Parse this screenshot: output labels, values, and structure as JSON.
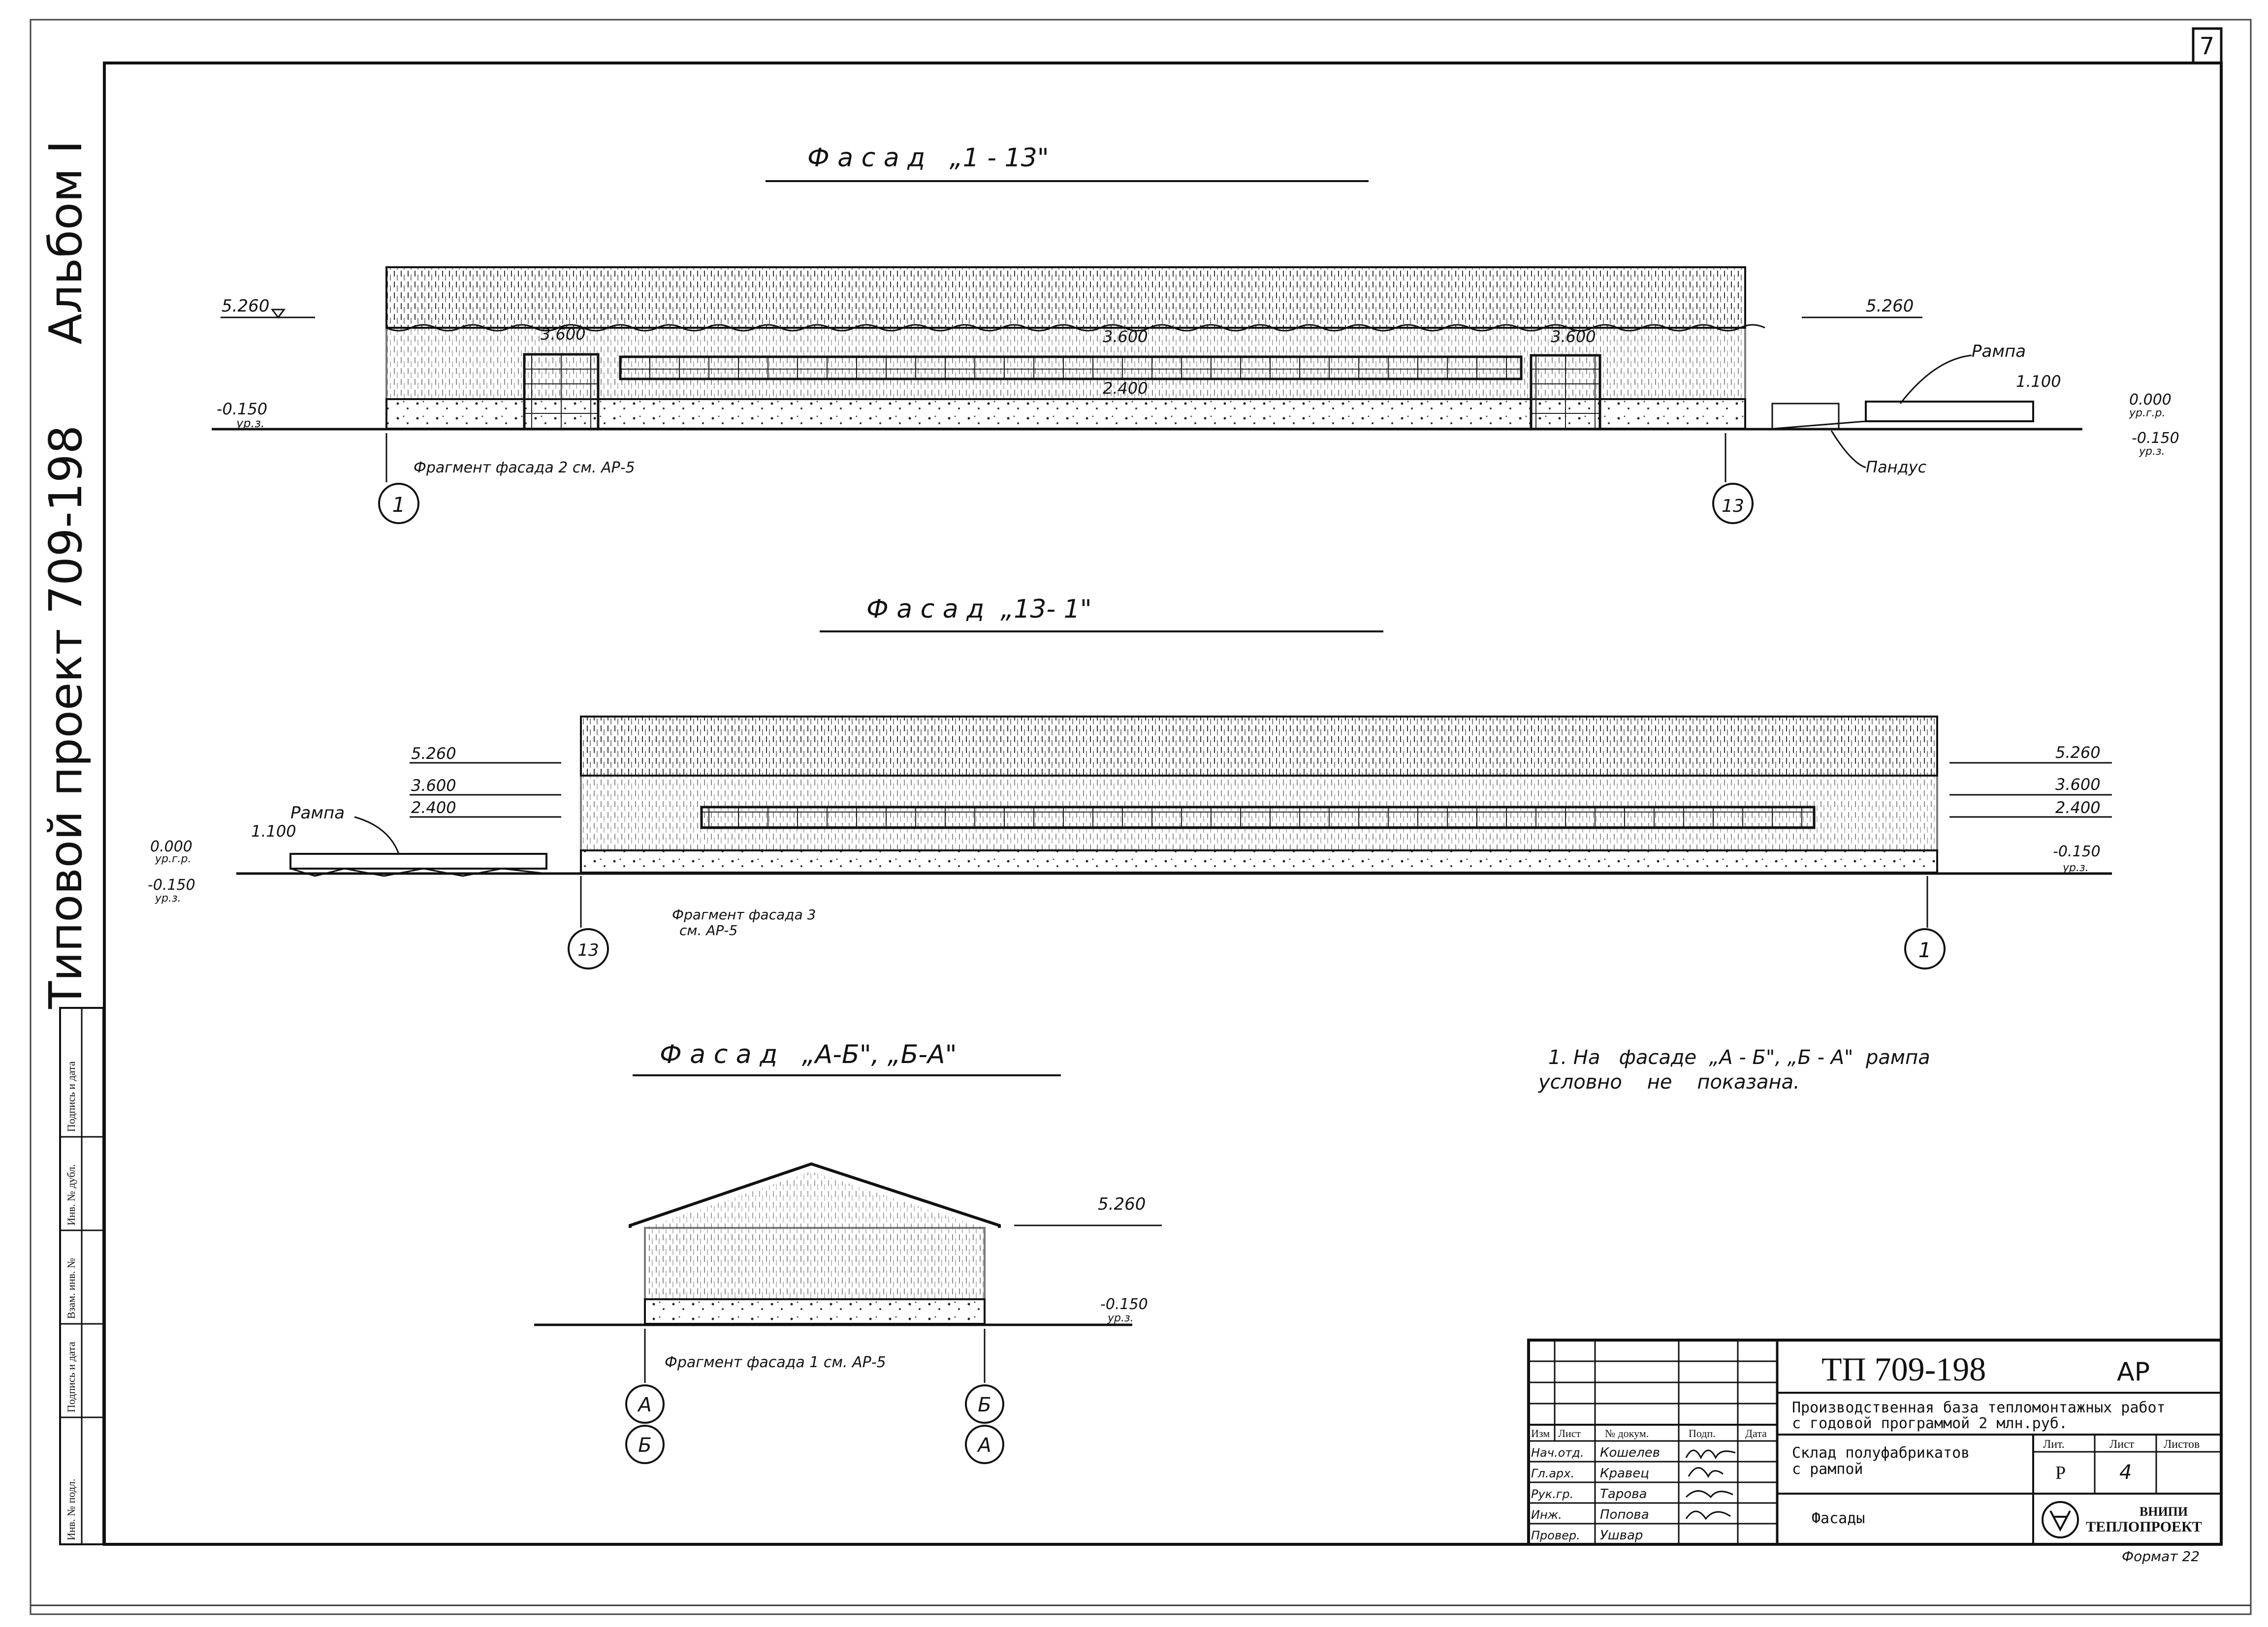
{
  "sheet": {
    "page_number": "7",
    "album": "Альбом I",
    "project": "Типовой проект 709-198",
    "format": "Формат 22"
  },
  "side_stamp": [
    "Инв. № подл.",
    "Подпись и дата",
    "Взам. инв. №",
    "Инв. № дубл.",
    "Подпись и дата"
  ],
  "facade1": {
    "title": "Ф а с а д   „1 - 13\"",
    "marks": {
      "top_left": "5.260",
      "top_right": "5.260",
      "d1": "3.600",
      "d2": "3.600",
      "d3": "3.600",
      "d4": "2.400",
      "ground": "-0.150",
      "ground_sub": "ур.з.",
      "ramp_h": "1.100",
      "fl": "0.000",
      "fl_sub": "ур.г.р.",
      "gr2": "-0.150",
      "gr2_sub": "ур.з."
    },
    "ramp": "Рампа",
    "pandus": "Пандус",
    "fragment": "Фрагмент фасада 2 см. АР-5",
    "axis_left": "1",
    "axis_right": "13"
  },
  "facade2": {
    "title": "Ф а с а д  „13- 1\"",
    "marks_left": [
      "5.260",
      "3.600",
      "2.400"
    ],
    "marks_right": [
      "5.260",
      "3.600",
      "2.400"
    ],
    "ground_left": "0.000",
    "ground_left_sub": "ур.г.р.",
    "ground_left2": "-0.150",
    "ground_left2_sub": "ур.з.",
    "ramp_h": "1.100",
    "ground_right": "-0.150",
    "ground_right_sub": "ур.з.",
    "ramp": "Рампа",
    "fragment_line1": "Фрагмент фасада 3",
    "fragment_line2": "см.  АР-5",
    "axis_left": "13",
    "axis_right": "1"
  },
  "facade3": {
    "title": "Ф а с а д   „А-Б\", „Б-А\"",
    "top": "5.260",
    "ground": "-0.150",
    "ground_sub": "ур.з.",
    "fragment": "Фрагмент фасада 1 см. АР-5",
    "axes": [
      "А",
      "Б",
      "Б",
      "А"
    ]
  },
  "note": {
    "line1": "1. На   фасаде  „А - Б\", „Б - А\"  рампа",
    "line2": "условно    не    показана."
  },
  "title_block": {
    "code": "ТП 709-198",
    "section": "АР",
    "project_line1": "Производственная база тепломонтажных работ",
    "project_line2": "с годовой программой 2 млн.руб.",
    "object_line1": "Склад полуфабрикатов",
    "object_line2": "с рампой",
    "sheet_title": "Фасады",
    "head": [
      "Изм",
      "Лист",
      "№ докум.",
      "Подп.",
      "Дата"
    ],
    "roles": [
      {
        "role": "Нач.отд.",
        "name": "Кошелев"
      },
      {
        "role": "Гл.арх.",
        "name": "Кравец"
      },
      {
        "role": "Рук.гр.",
        "name": "Тарова"
      },
      {
        "role": "Инж.",
        "name": "Попова"
      },
      {
        "role": "Провер.",
        "name": "Ушвар"
      }
    ],
    "lit_label": "Лит.",
    "list_label": "Лист",
    "lists_label": "Листов",
    "lit": "Р",
    "list": "4",
    "org1": "ВНИПИ",
    "org2": "ТЕПЛОПРОЕКТ"
  }
}
